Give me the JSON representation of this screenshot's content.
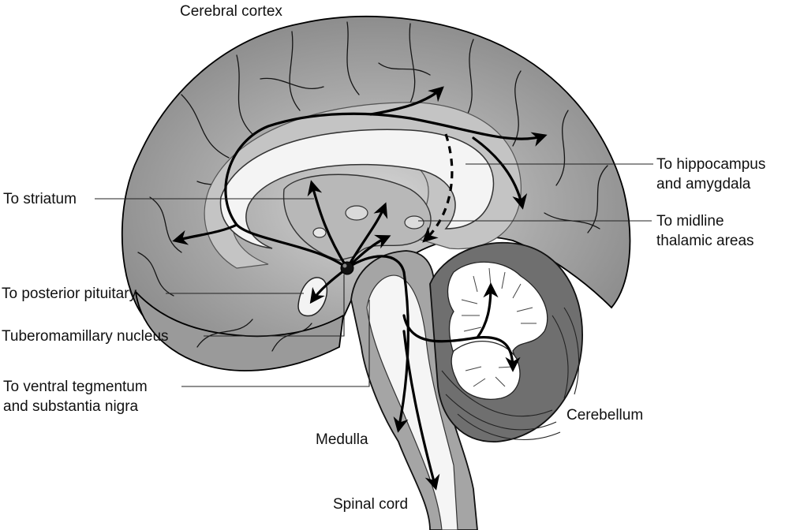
{
  "title": "Histaminergic projections from the tuberomamillary nucleus",
  "labels": {
    "cerebral_cortex": "Cerebral cortex",
    "to_striatum": "To striatum",
    "to_posterior_pituitary": "To posterior pituitary",
    "tuberomamillary_nucleus": "Tuberomamillary nucleus",
    "ventral_line1": "To ventral tegmentum",
    "ventral_line2": "and substantia nigra",
    "hippocampus_line1": "To hippocampus",
    "hippocampus_line2": "and amygdala",
    "midline_line1": "To midline",
    "midline_line2": "thalamic areas",
    "cerebellum": "Cerebellum",
    "medulla": "Medulla",
    "spinal_cord": "Spinal cord"
  },
  "colors": {
    "cortex_outer": "#8a8a8a",
    "cortex_inner": "#d4d4d4",
    "white_matter": "#f2f2f2",
    "deep_gray": "#b4b4b4",
    "cerebellum": "#6e6e6e",
    "ink": "#000000"
  }
}
